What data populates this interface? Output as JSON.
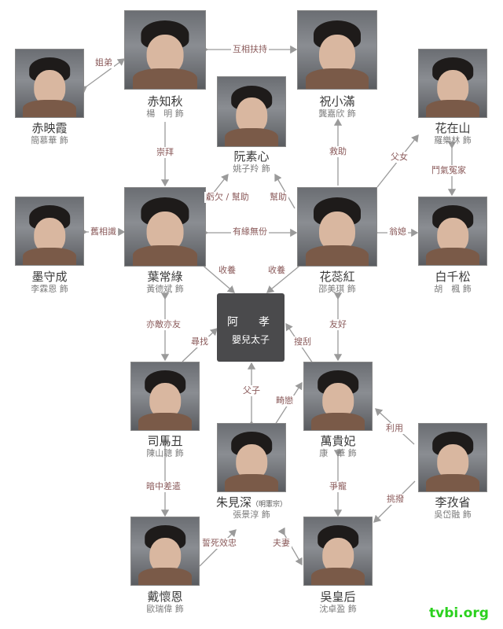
{
  "characters": {
    "chi_ying_xia": {
      "name": "赤映霞",
      "actor": "簡慕華 飾"
    },
    "chi_zhi_qiu": {
      "name": "赤知秋",
      "actor": "楊　明 飾"
    },
    "zhu_xiao_man": {
      "name": "祝小滿",
      "actor": "龔嘉欣 飾"
    },
    "hua_zai_shan": {
      "name": "花在山",
      "actor": "羅樂林 飾"
    },
    "ruan_su_xin": {
      "name": "阮素心",
      "actor": "姚子羚 飾"
    },
    "mo_shou_cheng": {
      "name": "墨守成",
      "actor": "李霖恩 飾"
    },
    "ye_chang_lu": {
      "name": "葉常綠",
      "actor": "黃德斌 飾"
    },
    "hua_rui_hong": {
      "name": "花蕊紅",
      "actor": "邵美琪 飾"
    },
    "bai_qian_song": {
      "name": "白千松",
      "actor": "胡　楓 飾"
    },
    "sima_chou": {
      "name": "司馬丑",
      "actor": "陳山聰 飾"
    },
    "wan_gui_fei": {
      "name": "萬貴妃",
      "actor": "康　華 飾"
    },
    "zhu_jian_shen": {
      "name": "朱見深",
      "name_note": "（明憲宗）",
      "actor": "張景淳 飾"
    },
    "li_zi_sheng": {
      "name": "李孜省",
      "actor": "吳岱融 飾"
    },
    "dai_huai_en": {
      "name": "戴懷恩",
      "actor": "歐瑞偉 飾"
    },
    "wu_huang_hou": {
      "name": "吳皇后",
      "actor": "沈卓盈 飾"
    }
  },
  "center": {
    "title": "阿　孝",
    "subtitle": "嬰兒太子"
  },
  "relations": {
    "jie_di": "姐弟",
    "hu_xiang_fu_chi": "互相扶持",
    "chong_bai": "崇拜",
    "kui_qian_bang_zhu": "虧欠 / 幫助",
    "bang_zhu": "幫助",
    "jiu_zhu": "救助",
    "fu_nv": "父女",
    "dou_qi_yuan_jia": "鬥氣冤家",
    "jiu_xiang_shi": "舊相識",
    "you_yuan_wu_fen": "有緣無份",
    "weng_xi": "翁媳",
    "shou_yang_1": "收養",
    "shou_yang_2": "收養",
    "yi_di_yi_you": "亦敵亦友",
    "you_hao": "友好",
    "xun_zhao": "尋找",
    "sou_gua": "搜刮",
    "fu_zi": "父子",
    "ji_lian": "畸戀",
    "li_yong": "利用",
    "an_zhong_chai_qian": "暗中差遣",
    "zheng_chong": "爭寵",
    "tiao_bo": "挑撥",
    "shi_si_xiao_zhong": "誓死效忠",
    "fu_qi": "夫妻"
  },
  "watermark": "tvbi.org",
  "colors": {
    "line": "#9a9a9a",
    "center_bg": "#4a4a4c",
    "label": "#8a5a5a",
    "watermark": "#2bd11e"
  }
}
